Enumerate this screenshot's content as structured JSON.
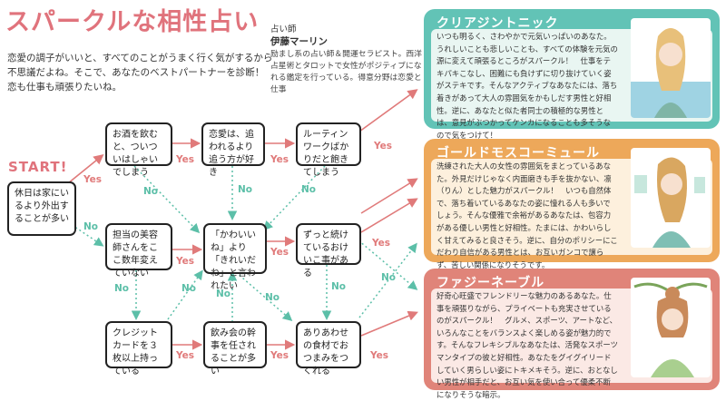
{
  "header": {
    "title": "スパークルな相性占い",
    "intro": "恋愛の調子がいいと、すべてのことがうまく行く気がするから不思議だよね。そこで、あなたのベストパートナーを診断！　恋も仕事も頑張りたいね。",
    "author_title": "占い師",
    "author_name": "伊藤マーリン",
    "author_desc": "励まし系の占い師＆開運セラピスト。西洋占星術とタロットで女性がポジティブになれる鑑定を行っている。得意分野は恋愛と仕事"
  },
  "flow": {
    "start": "START!",
    "yes": "Yes",
    "no": "No",
    "questions": {
      "q_start": "休日は家にいるより外出することが多い",
      "q_sake": "お酒を飲むと、ついついはしゃいでしまう",
      "q_love": "恋愛は、追われるより追う方が好き",
      "q_routine": "ルーティンワークばかりだと飽きてしまう",
      "q_salon": "担当の美容師さんをここ数年変えていない",
      "q_kawaii": "「かわいいね」より「きれいだね」と言われたい",
      "q_oshi": "ずっと続けているおけいこ事がある",
      "q_credit": "クレジットカードを３枚以上持っている",
      "q_party": "飲み会の幹事を任されることが多い",
      "q_leftover": "ありあわせの食材でおつまみをつくれる"
    }
  },
  "results": [
    {
      "title": "クリアジントニック",
      "body": "いつも明るく、さわやかで元気いっぱいのあなた。うれしいことも悲しいことも、すべての体験を元気の源に変えて頑張るところがスパークル！　仕事をテキパキこなし、困難にも負けずに切り抜けていく姿がステキです。そんなアクティブなあなたには、落ち着きがあって大人の雰囲気をかもしだす男性と好相性。逆に、あなたと似た者同士の積極的な男性とは、意見がぶつかってケンカになることも多そうなので気をつけて！"
    },
    {
      "title": "ゴールドモスコーミュール",
      "body": "洗練された大人の女性の雰囲気をまとっているあなた。外見だけじゃなく内面磨きも手を抜かない、凛（りん）とした魅力がスパークル！　いつも自然体で、落ち着いているあなたの姿に憧れる人も多いでしょう。そんな優雅で余裕があるあなたは、包容力がある優しい男性と好相性。たまには、かわいらしく甘えてみると良さそう。逆に、自分のポリシーにこだわり自信がある男性とは、お互いガンコで譲らず、苦しい関係になりそうです。"
    },
    {
      "title": "ファジーネーブル",
      "body": "好奇心旺盛でフレンドリーな魅力のあるあなた。仕事を頑張りながら、プライベートも充実させているのがスパークル！　グルメ、スポーツ、アートなど、いろんなことをバランスよく楽しめる姿が魅力的です。そんなフレキシブルなあなたは、活発なスポーツマンタイプの彼と好相性。あなたをグイグイリードしていく男らしい姿にトキメキそう。逆に、おとなしい男性が相手だと、お互い気を使い合って優柔不断になりそうな暗示。"
    }
  ],
  "colors": {
    "title": "#e0737c",
    "yes": "#e07a7a",
    "no": "#5cbfa8",
    "result1": "#62c3b6",
    "result2": "#eda85a",
    "result3": "#e08479"
  }
}
